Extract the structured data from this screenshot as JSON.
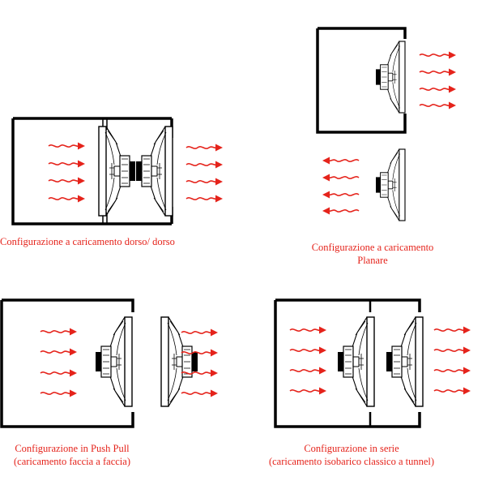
{
  "colors": {
    "arrow": "#e5231b",
    "caption": "#e5231b",
    "line": "#000000"
  },
  "icons": {
    "arrow": "wavy-arrow-icon",
    "speaker": "loudspeaker-driver-icon"
  },
  "configurations": {
    "dorso_dorso": {
      "caption_lines": [
        "Configurazione a caricamento dorso/ dorso"
      ]
    },
    "planare": {
      "caption_lines": [
        "Configurazione a caricamento",
        "Planare"
      ]
    },
    "push_pull": {
      "caption_lines": [
        "Configurazione in Push Pull",
        "(caricamento faccia a faccia)"
      ]
    },
    "serie": {
      "caption_lines": [
        "Configurazione in serie",
        "(caricamento isobarico classico a tunnel)"
      ]
    }
  }
}
